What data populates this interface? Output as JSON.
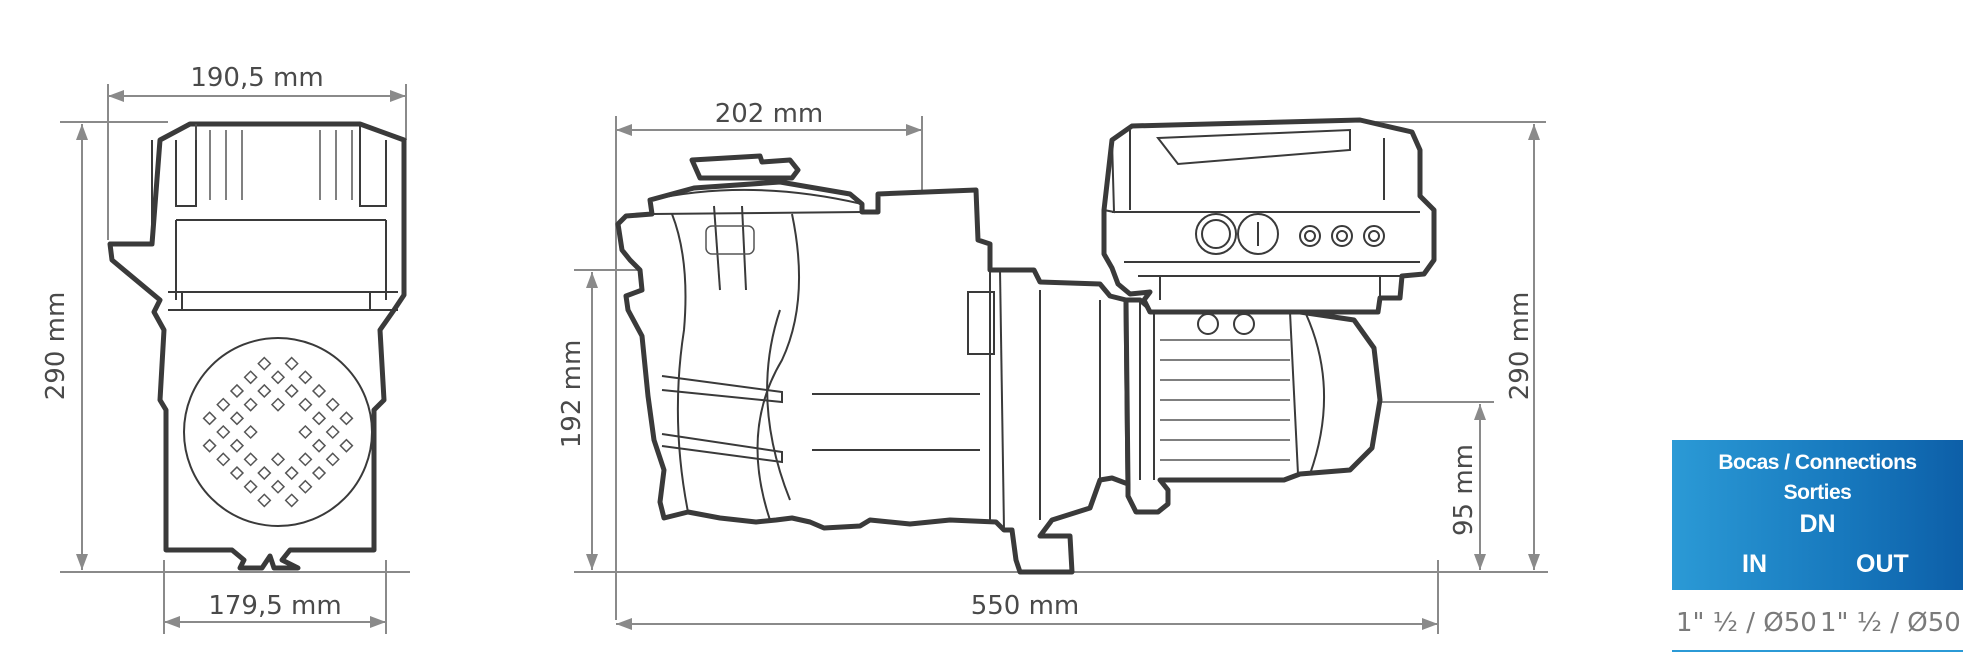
{
  "dimensions": {
    "front_width_top": "190,5 mm",
    "front_height": "290 mm",
    "front_width_base": "179,5 mm",
    "side_prefilter_width": "202 mm",
    "side_inlet_height": "192 mm",
    "side_total_length": "550 mm",
    "side_outlet_height": "95 mm",
    "side_total_height": "290 mm"
  },
  "connections": {
    "title_line1": "Bocas / Connections",
    "title_line2": "Sorties",
    "dn_label": "DN",
    "in_label": "IN",
    "out_label": "OUT",
    "in_value": "1\" ½ / Ø50",
    "out_value": "1\" ½  / Ø50"
  },
  "colors": {
    "header_gradient_start": "#2b9ad6",
    "header_gradient_end": "#0d5fa8",
    "outline": "#3a3a3a",
    "dimension_line": "#8a8a8a"
  }
}
